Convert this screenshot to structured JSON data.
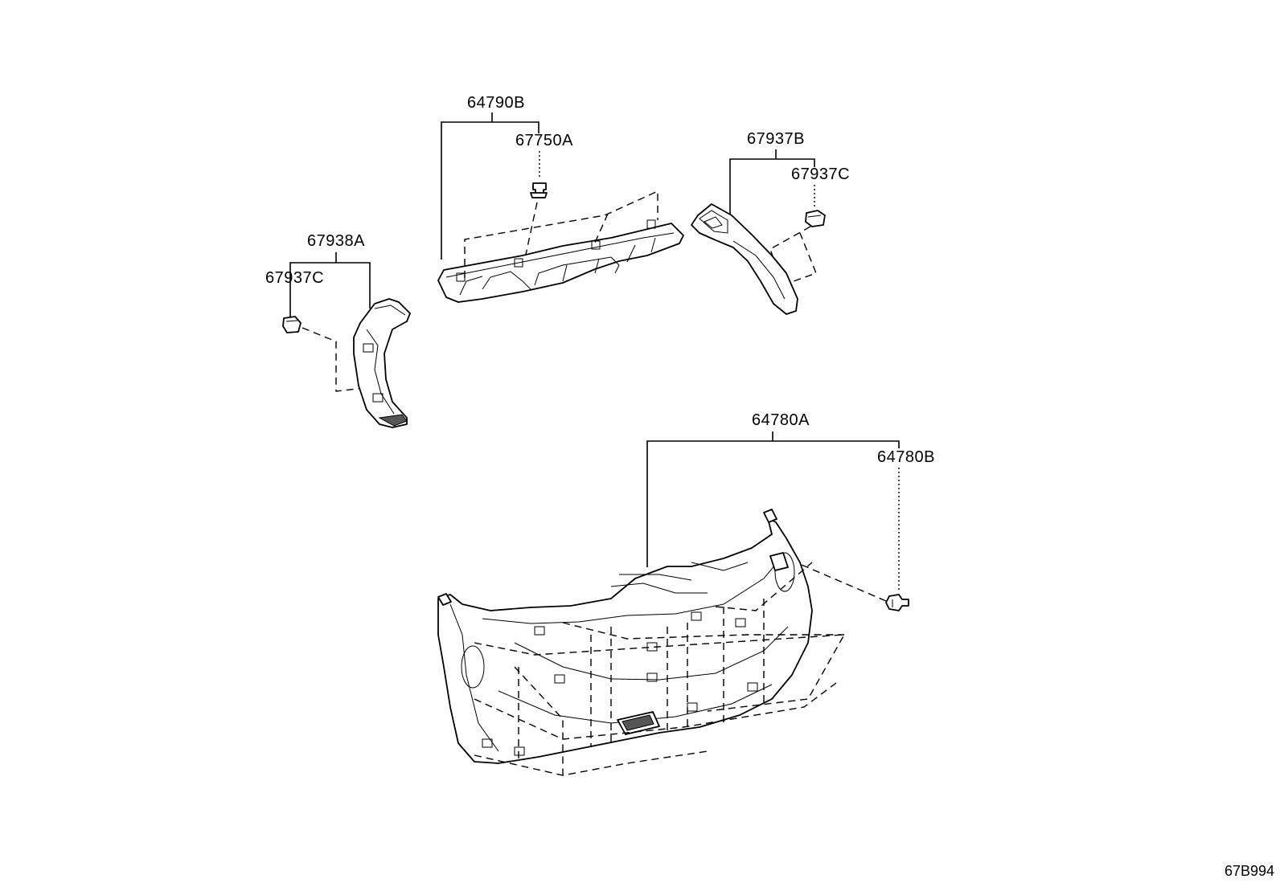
{
  "labels": {
    "p64790B": "64790B",
    "p67750A": "67750A",
    "p67937B": "67937B",
    "p67937C_right": "67937C",
    "p67938A": "67938A",
    "p67937C_left": "67937C",
    "p64780A": "64780A",
    "p64780B": "64780B"
  },
  "reference_code": "67B994"
}
